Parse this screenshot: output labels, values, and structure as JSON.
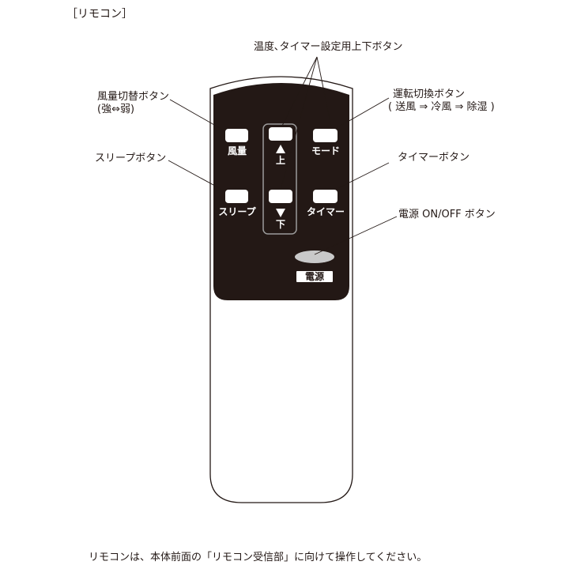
{
  "header": {
    "title": "［リモコン］"
  },
  "callouts": {
    "updown": "温度､タイマー設定用上下ボタン",
    "fan_line1": "風量切替ボタン",
    "fan_line2": "(強⇔弱)",
    "mode_line1": "運転切換ボタン",
    "mode_line2": "( 送風 ⇒ 冷風 ⇒ 除湿 )",
    "sleep": "スリープボタン",
    "timer": "タイマーボタン",
    "power": "電源 ON/OFF ボタン"
  },
  "remote": {
    "fan_label": "風量",
    "up_label": "上",
    "mode_label": "モード",
    "sleep_label": "スリープ",
    "down_label": "下",
    "timer_label": "タイマー",
    "power_label": "電源"
  },
  "footer": {
    "note": "リモコンは、本体前面の「リモコン受信部」に向けて操作してください。"
  },
  "colors": {
    "panel": "#231815",
    "line": "#231815",
    "power_button": "#c9c9c9"
  }
}
